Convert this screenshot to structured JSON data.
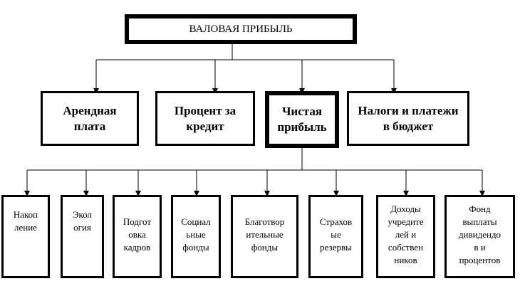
{
  "root": {
    "label": "ВАЛОВАЯ ПРИБЫЛЬ"
  },
  "level2": [
    {
      "label": "Арендная\nплата"
    },
    {
      "label": "Процент за\nкредит"
    },
    {
      "label": "Чистая\nприбыль"
    },
    {
      "label": "Налоги и платежи\nв бюджет"
    }
  ],
  "level3": [
    {
      "label": "Накоп\nление"
    },
    {
      "label": "Экол\nогия"
    },
    {
      "label": "Подгот\nовка\nкадров"
    },
    {
      "label": "Социал\nьные\nфонды"
    },
    {
      "label": "Благотвор\nительные\nфонды"
    },
    {
      "label": "Страхов\nые\nрезервы"
    },
    {
      "label": "Доходы\nучредите\nлей и\nсобствен\nников"
    },
    {
      "label": "Фонд\nвыплаты\nдивидендо\nв и\nпроцентов"
    }
  ]
}
